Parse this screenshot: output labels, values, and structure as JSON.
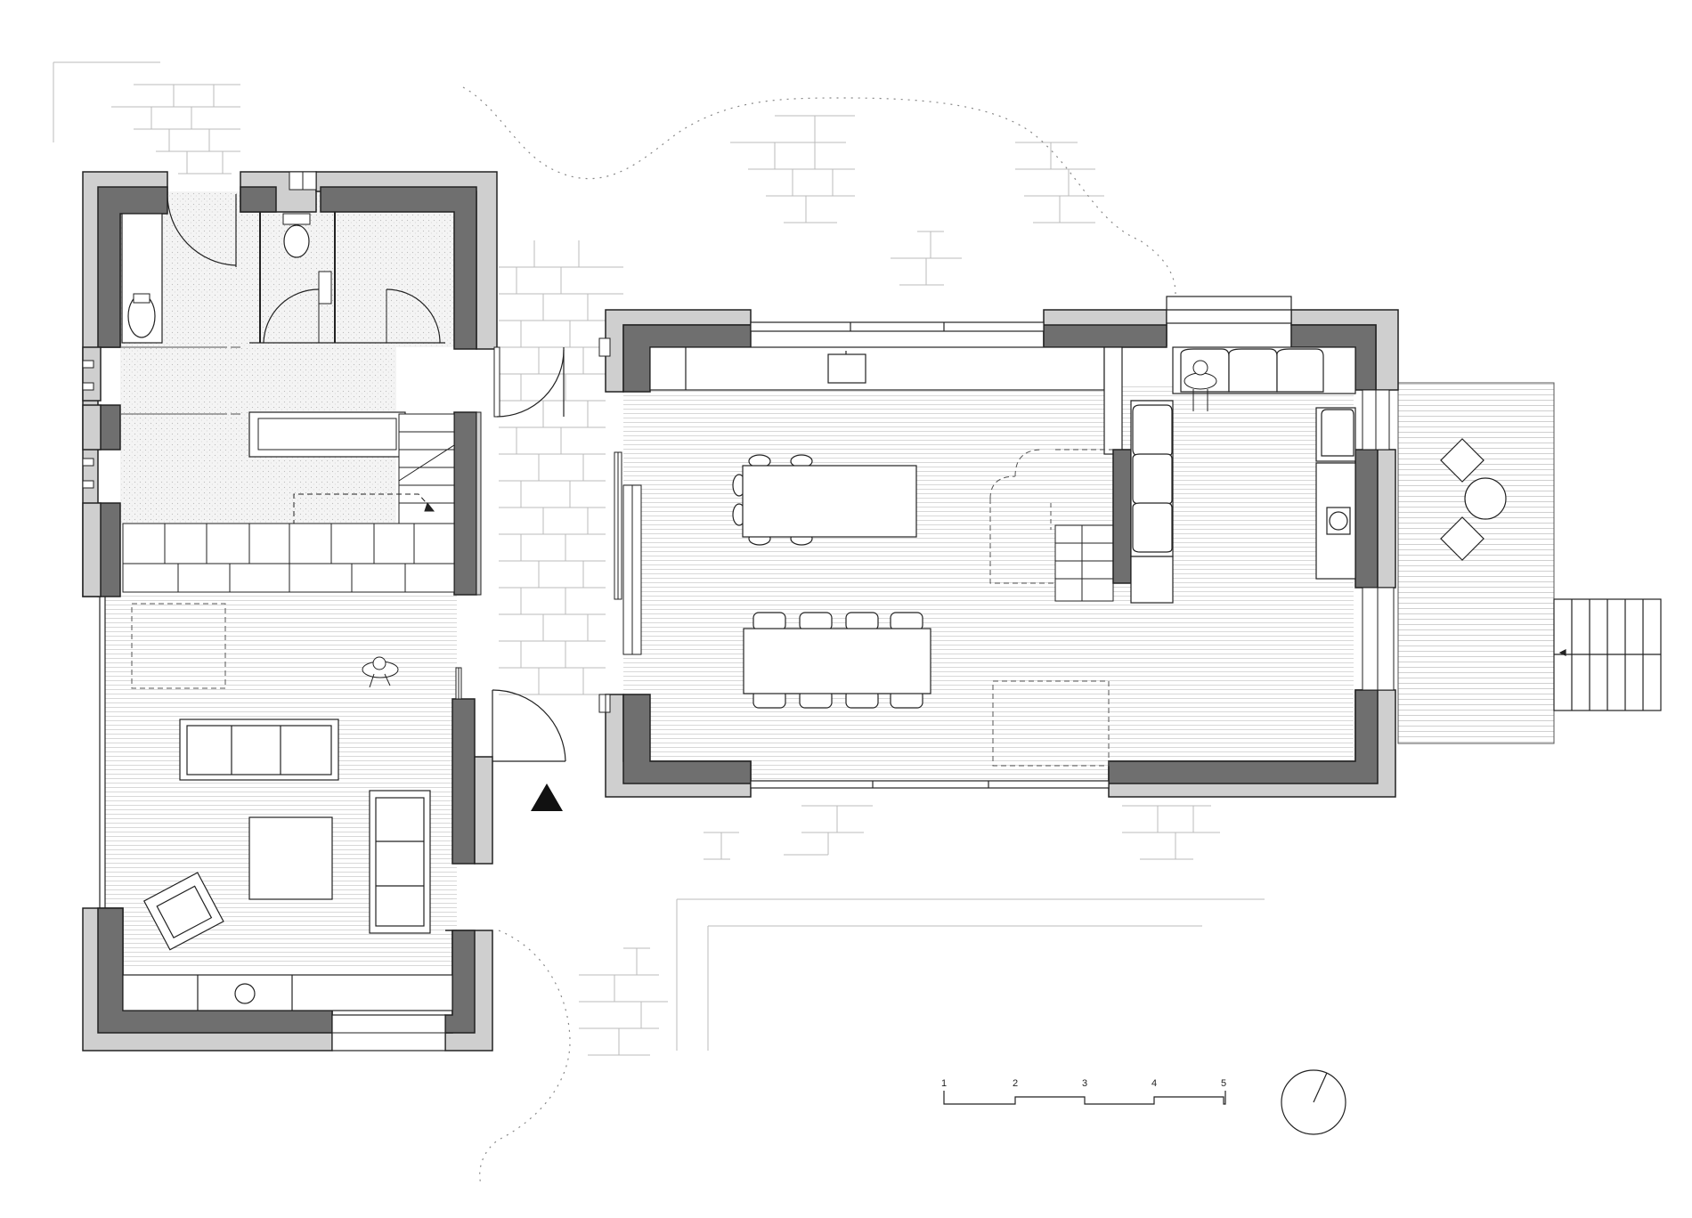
{
  "drawing": {
    "scale_bar": {
      "labels": [
        "1",
        "2",
        "3",
        "4",
        "5"
      ]
    },
    "north_arrow": {
      "icon": "north-arrow-icon"
    },
    "entrance_marker": {
      "icon": "entrance-triangle-icon"
    },
    "colors": {
      "wall_dark": "#6f6f6f",
      "wall_light": "#cfcfcf",
      "line": "#222222",
      "paving": "#bbbbbb",
      "hatch": "#d8d8d8",
      "dotted_floor": "#e8e8e8"
    }
  }
}
